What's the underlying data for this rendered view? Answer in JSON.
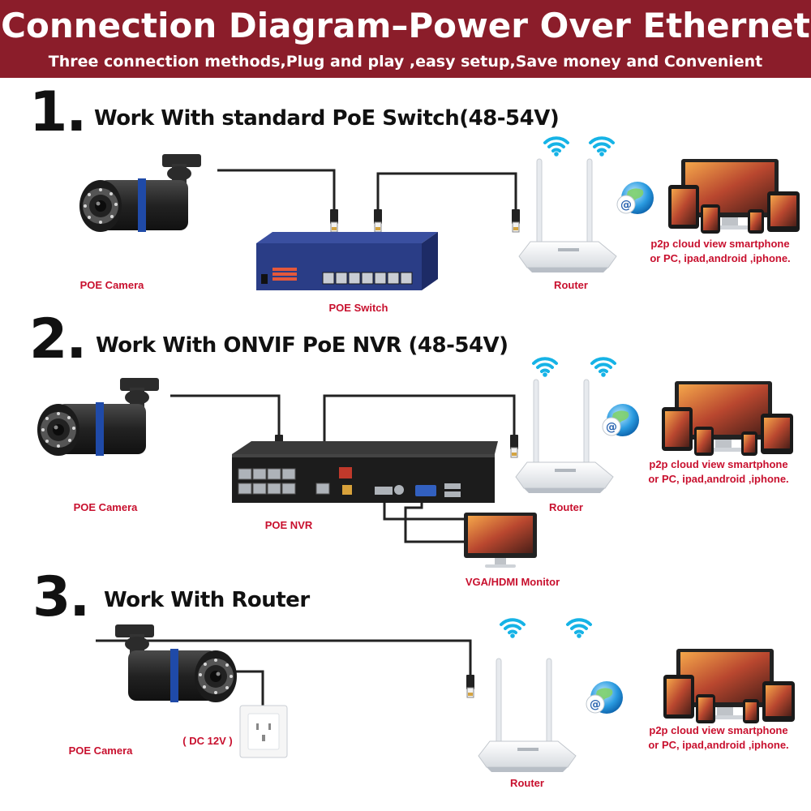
{
  "header": {
    "title": "Connection Diagram–Power Over Ethernet",
    "subtitle": "Three connection methods,Plug and play ,easy setup,Save money and Convenient"
  },
  "sections": [
    {
      "number": "1.",
      "title": "Work With standard PoE Switch(48-54V)",
      "camera_label": "POE Camera",
      "hub_label": "POE Switch",
      "router_label": "Router",
      "cloud_line1": "p2p cloud view smartphone",
      "cloud_line2": "or PC, ipad,android ,iphone."
    },
    {
      "number": "2.",
      "title": "Work With ONVIF PoE NVR (48-54V)",
      "camera_label": "POE Camera",
      "hub_label": "POE NVR",
      "router_label": "Router",
      "monitor_label": "VGA/HDMI Monitor",
      "cloud_line1": "p2p cloud view smartphone",
      "cloud_line2": "or PC, ipad,android ,iphone."
    },
    {
      "number": "3.",
      "title": "Work With Router",
      "camera_label": "POE Camera",
      "power_label": "( DC 12V )",
      "router_label": "Router",
      "cloud_line1": "p2p cloud view smartphone",
      "cloud_line2": "or PC, ipad,android ,iphone."
    }
  ],
  "colors": {
    "banner": "#8b1d2a",
    "label_red": "#c8102e",
    "wifi_blue": "#16b3e6",
    "cable": "#222222",
    "switch_blue": "#2a3d86"
  }
}
